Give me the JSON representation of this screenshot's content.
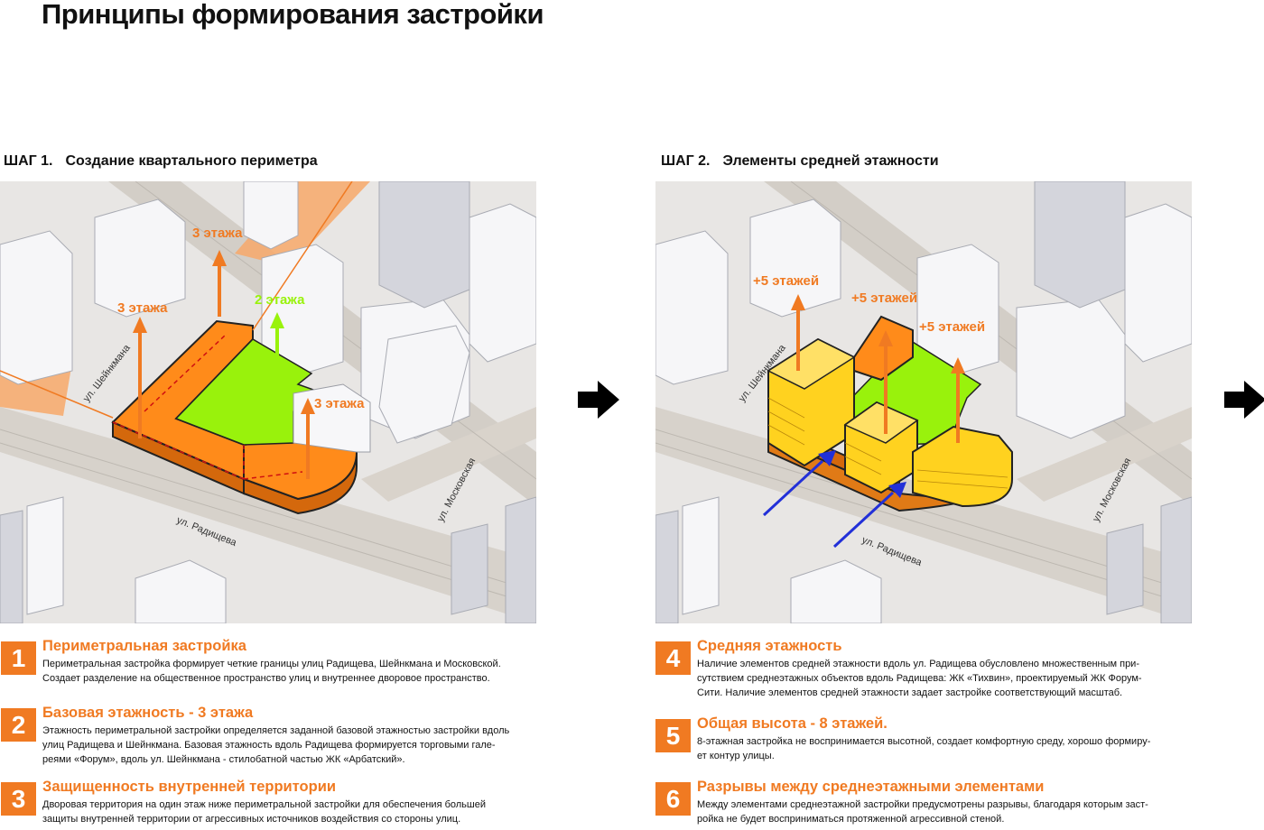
{
  "title": "Принципы формирования застройки",
  "step1": {
    "number": "ШАГ 1.",
    "heading": "Создание квартального периметра",
    "labels": {
      "floors_a": "3 этажа",
      "floors_b": "3 этажа",
      "floors_c": "2 этажа",
      "floors_d": "3 этажа",
      "street_sheinkmana": "ул. Шейнкмана",
      "street_radishcheva": "ул. Радищева",
      "street_moskovskaya": "ул. Московская"
    }
  },
  "step2": {
    "number": "ШАГ 2.",
    "heading": "Элементы средней этажности",
    "labels": {
      "floors_a": "+5 этажей",
      "floors_b": "+5 этажей",
      "floors_c": "+5 этажей",
      "street_sheinkmana": "ул. Шейнкмана",
      "street_radishcheva": "ул. Радищева",
      "street_moskovskaya": "ул. Московская"
    }
  },
  "items": [
    {
      "num": "1",
      "title": "Периметральная застройка",
      "lines": [
        "Периметральная застройка формирует четкие границы улиц Радищева, Шейнкмана и Московской.",
        "Создает разделение на общественное пространство улиц и внутреннее дворовое пространство."
      ]
    },
    {
      "num": "2",
      "title": "Базовая этажность - 3 этажа",
      "lines": [
        "Этажность периметральной застройки определяется заданной базовой этажностью застройки вдоль",
        "улиц Радищева и Шейнкмана. Базовая этажность  вдоль Радищева формируется торговыми гале-",
        "реями «Форум», вдоль ул. Шейнкмана - стилобатной частью ЖК «Арбатский»."
      ]
    },
    {
      "num": "3",
      "title": "Защищенность внутренней территории",
      "lines": [
        "Дворовая территория на один этаж ниже периметральной застройки для обеспечения большей",
        "защиты внутренней территории от агрессивных источников воздействия со стороны улиц."
      ]
    },
    {
      "num": "4",
      "title": "Средняя этажность",
      "lines": [
        "Наличие элементов средней этажности вдоль ул. Радищева обусловлено множественным при-",
        "сутствием среднеэтажных объектов вдоль Радищева:  ЖК «Тихвин», проектируемый ЖК Форум-",
        "Сити. Наличие элементов средней этажности задает застройке соответствующий масштаб."
      ]
    },
    {
      "num": "5",
      "title": "Общая высота - 8 этажей.",
      "lines": [
        "8-этажная застройка не воспринимается высотной, создает комфортную среду, хорошо формиру-",
        "ет контур улицы."
      ]
    },
    {
      "num": "6",
      "title": "Разрывы между среднеэтажными элементами",
      "lines": [
        "Между элементами среднеэтажной застройки предусмотрены разрывы, благодаря которым заст-",
        "ройка не будет восприниматься протяженной агрессивной стеной."
      ]
    }
  ],
  "colors": {
    "accent": "#f07a22",
    "green": "#99f20c",
    "yellow": "#ffd21f",
    "blue": "#2230d8"
  }
}
